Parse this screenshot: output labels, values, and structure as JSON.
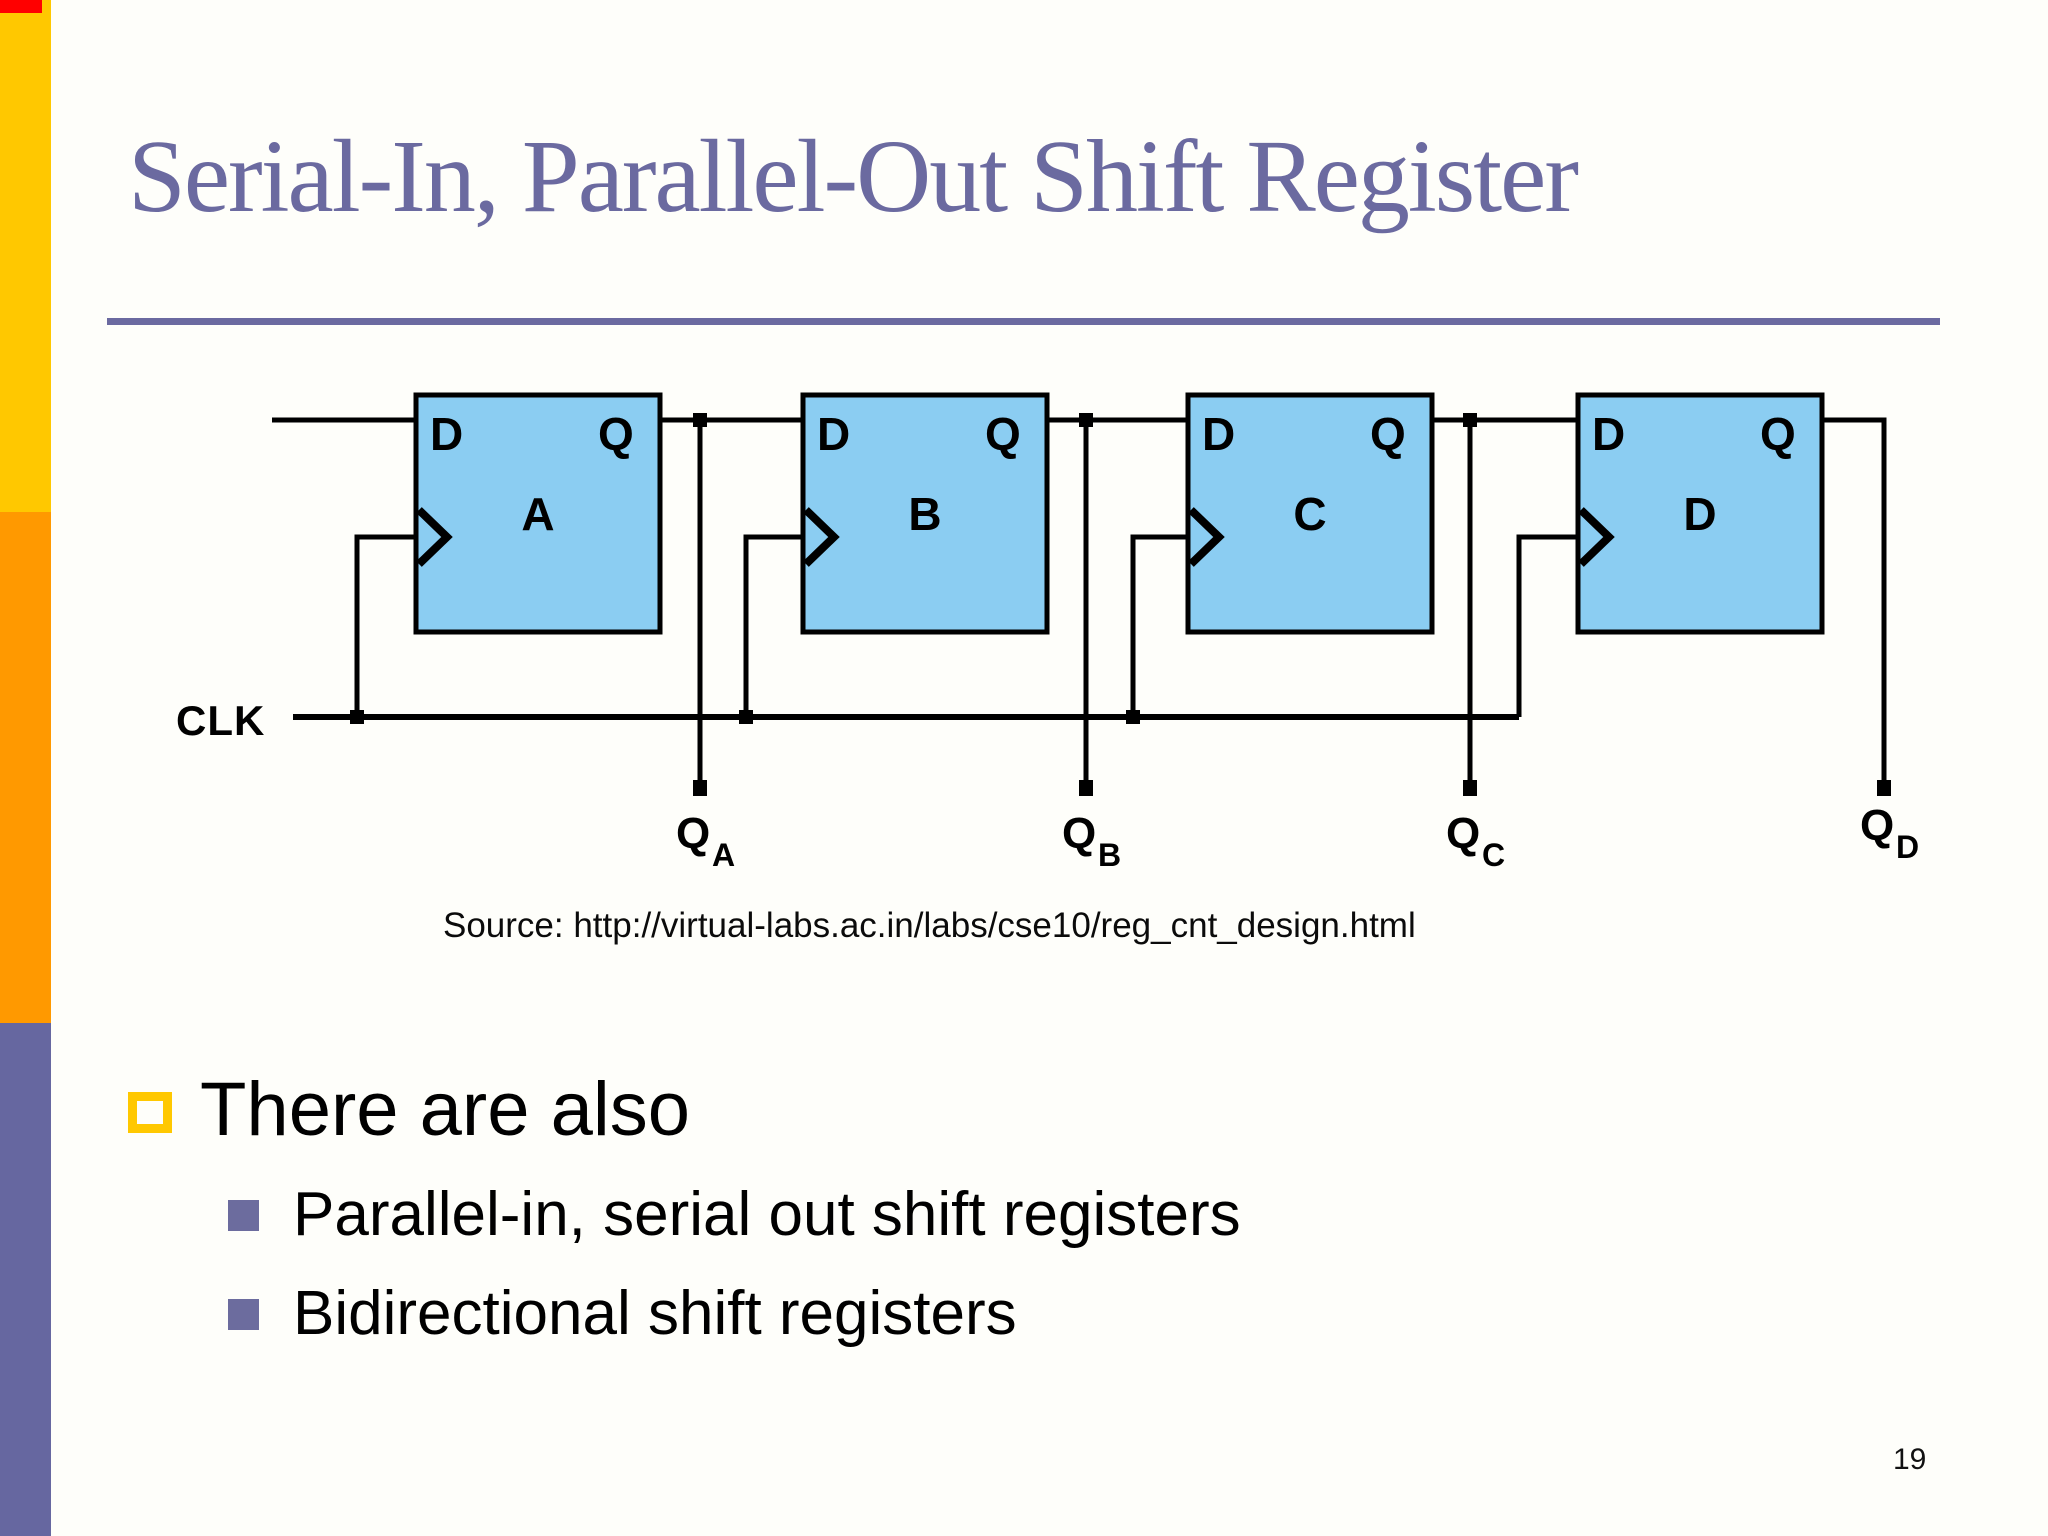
{
  "slide": {
    "title": "Serial-In, Parallel-Out Shift Register",
    "source_caption": "Source: http://virtual-labs.ac.in/labs/cse10/reg_cnt_design.html",
    "page_number": "19"
  },
  "bullets": {
    "level1_label": "There are also",
    "items": [
      {
        "label": "Parallel-in, serial out shift registers"
      },
      {
        "label": "Bidirectional shift registers"
      }
    ]
  },
  "diagram": {
    "clock_label": "CLK",
    "flip_flops": [
      {
        "letter": "A",
        "input_pin": "D",
        "output_pin": "Q",
        "output_name": "Q",
        "output_subscript": "A"
      },
      {
        "letter": "B",
        "input_pin": "D",
        "output_pin": "Q",
        "output_name": "Q",
        "output_subscript": "B"
      },
      {
        "letter": "C",
        "input_pin": "D",
        "output_pin": "Q",
        "output_name": "Q",
        "output_subscript": "C"
      },
      {
        "letter": "D",
        "input_pin": "D",
        "output_pin": "Q",
        "output_name": "Q",
        "output_subscript": "D"
      }
    ]
  },
  "colors": {
    "accent_red": "#FF0000",
    "accent_yellow": "#FFC800",
    "accent_orange": "#FF9900",
    "accent_purple": "#6667A0",
    "title_purple": "#6B6AA0",
    "bullet2_purple": "#6C6C9E",
    "flipflop_fill": "#8BCDF2",
    "wire_black": "#000000"
  }
}
